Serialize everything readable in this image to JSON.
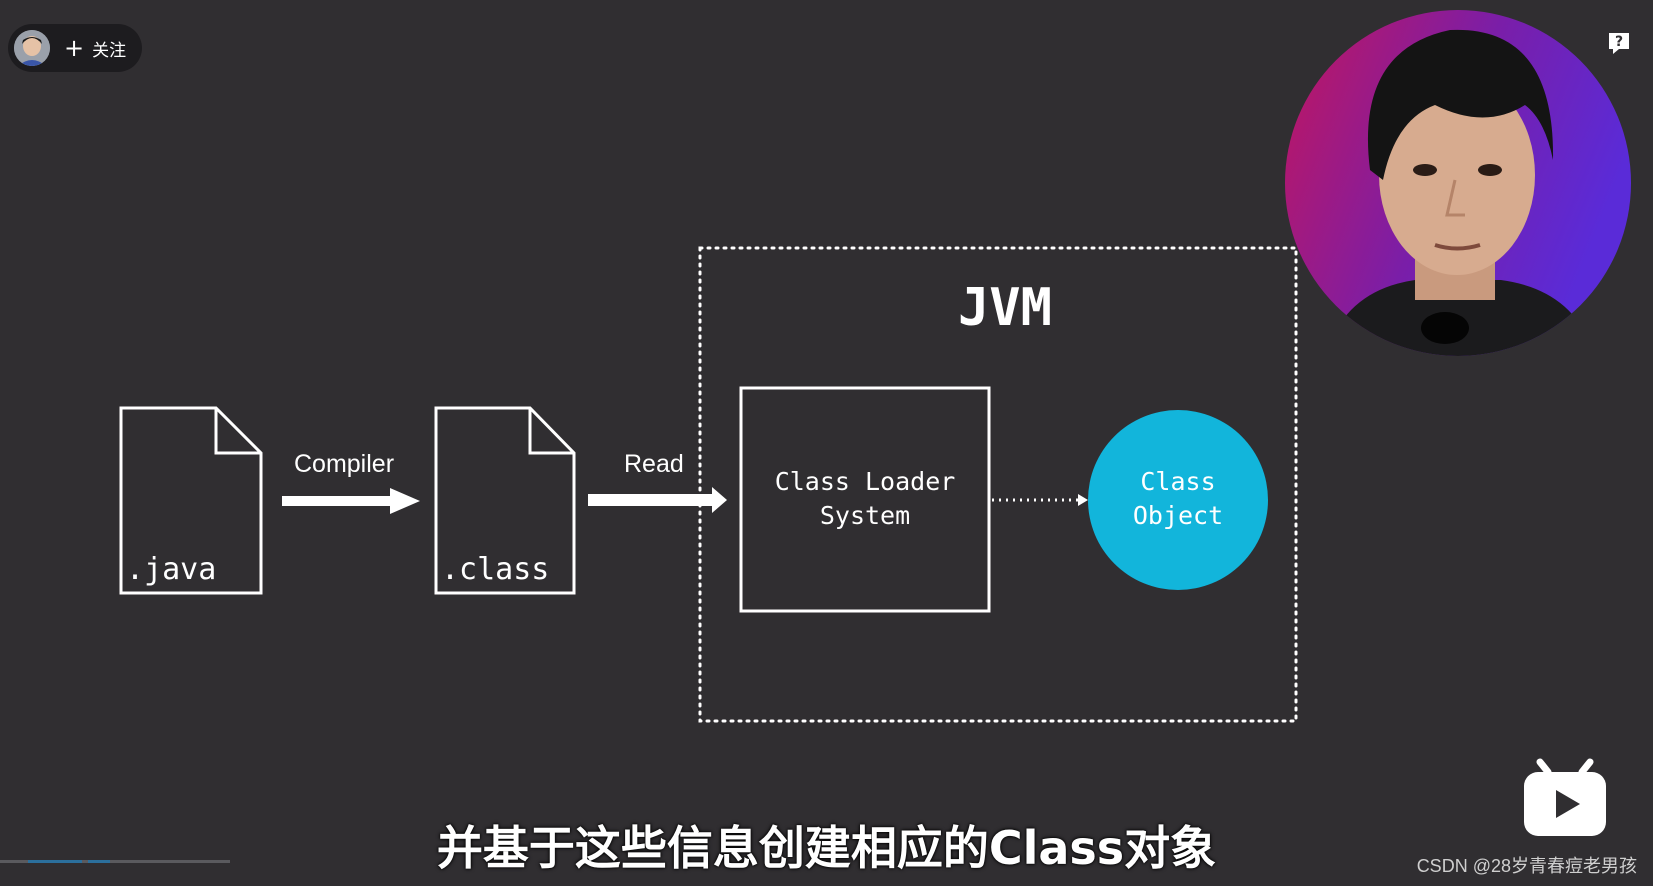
{
  "follow": {
    "plus": "+",
    "label": "关注"
  },
  "diagram": {
    "java_file": ".java",
    "compiler_label": "Compiler",
    "class_file": ".class",
    "read_label": "Read",
    "jvm_title": "JVM",
    "class_loader_line1": "Class Loader",
    "class_loader_line2": "System",
    "class_object_line1": "Class",
    "class_object_line2": "Object"
  },
  "subtitle": "并基于这些信息创建相应的Class对象",
  "watermark": "CSDN @28岁青春痘老男孩",
  "colors": {
    "background": "#302e31",
    "class_object_fill": "#12b5db",
    "stroke": "#ffffff"
  },
  "icons": {
    "help": "help-question-icon",
    "logo": "bilibili-tv-icon"
  }
}
